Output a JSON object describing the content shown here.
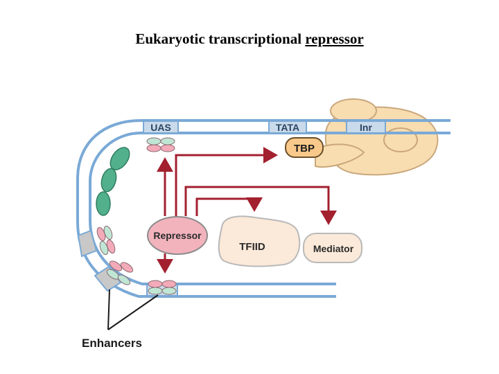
{
  "title": {
    "prefix": "Eukaryotic transcriptional",
    "emphasis": "repressor"
  },
  "labels": {
    "uas": "UAS",
    "tata": "TATA",
    "inr": "Inr",
    "tbp": "TBP",
    "repressor": "Repressor",
    "tfiid": "TFIID",
    "mediator": "Mediator",
    "enhancers": "Enhancers"
  },
  "colors": {
    "dna": "#7aa9d6",
    "dna_box": "#c9daea",
    "arrow": "#a3202f",
    "repressor": "#f2b3bd",
    "tfiid": "#fbe9d9",
    "pol": "#f8ddb1",
    "green_protein": "#52b08c",
    "pink_protein": "#f3aab9",
    "mint_protein": "#bfe6d4",
    "enhancer_box": "#c8c8c8"
  }
}
